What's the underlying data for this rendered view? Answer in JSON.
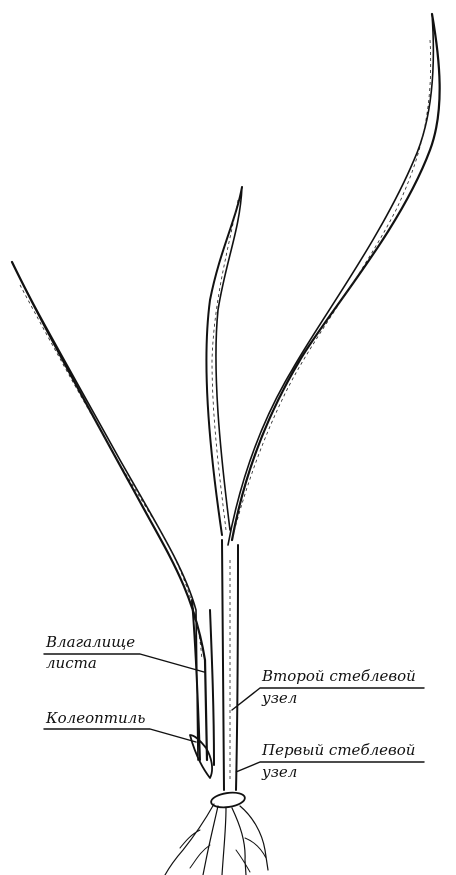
{
  "labels": {
    "leaf_sheath_line1": "Влагалище",
    "leaf_sheath_line2": "листа",
    "coleoptile": "Колеоптиль",
    "second_node_line1": "Второй стеблевой",
    "second_node_line2": "узел",
    "first_node_line1": "Первый стеблевой",
    "first_node_line2": "узел"
  },
  "colors": {
    "ink": "#111111",
    "background": "#ffffff"
  }
}
